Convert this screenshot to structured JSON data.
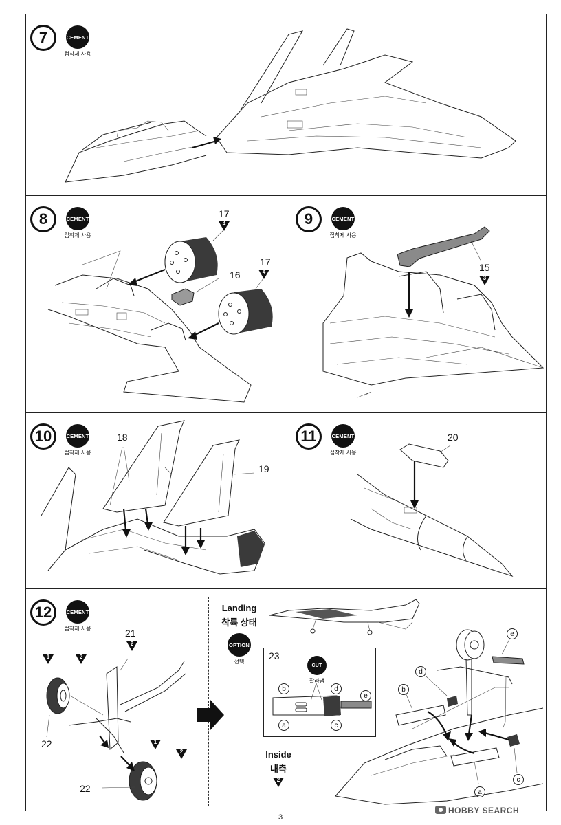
{
  "cement": {
    "badge": "CEMENT",
    "caption": "접착제 사용"
  },
  "steps": [
    {
      "number": "7"
    },
    {
      "number": "8",
      "parts": [
        {
          "number": "17",
          "tag": "4"
        },
        {
          "number": "17",
          "tag": "4"
        },
        {
          "number": "16"
        }
      ]
    },
    {
      "number": "9",
      "parts": [
        {
          "number": "15",
          "tag": "3"
        }
      ]
    },
    {
      "number": "10",
      "parts": [
        {
          "number": "18"
        },
        {
          "number": "19"
        }
      ]
    },
    {
      "number": "11",
      "parts": [
        {
          "number": "20"
        }
      ]
    },
    {
      "number": "12",
      "parts": [
        {
          "number": "21",
          "tag": "2"
        },
        {
          "number": "22",
          "tag": "1"
        },
        {
          "number": "22",
          "tag": "1"
        },
        {
          "tag": "2"
        },
        {
          "tag": "2"
        }
      ]
    }
  ],
  "landing": {
    "title_en": "Landing",
    "title_ko": "착륙 상태",
    "option_badge": "OPTION",
    "option_caption": "선택"
  },
  "inset": {
    "number": "23",
    "cut_badge": "CUT",
    "cut_caption": "잘라냄",
    "letters": [
      "b",
      "d",
      "e",
      "a",
      "c"
    ]
  },
  "inside": {
    "label_en": "Inside",
    "label_ko": "내측",
    "tag": "2"
  },
  "assembly_letters": [
    "e",
    "d",
    "b",
    "a",
    "c"
  ],
  "page_number": "3",
  "watermark": "HOBBY SEARCH",
  "colors": {
    "ink": "#111111",
    "grey_part": "#8a8a8a",
    "dark_part": "#3a3a3a"
  }
}
